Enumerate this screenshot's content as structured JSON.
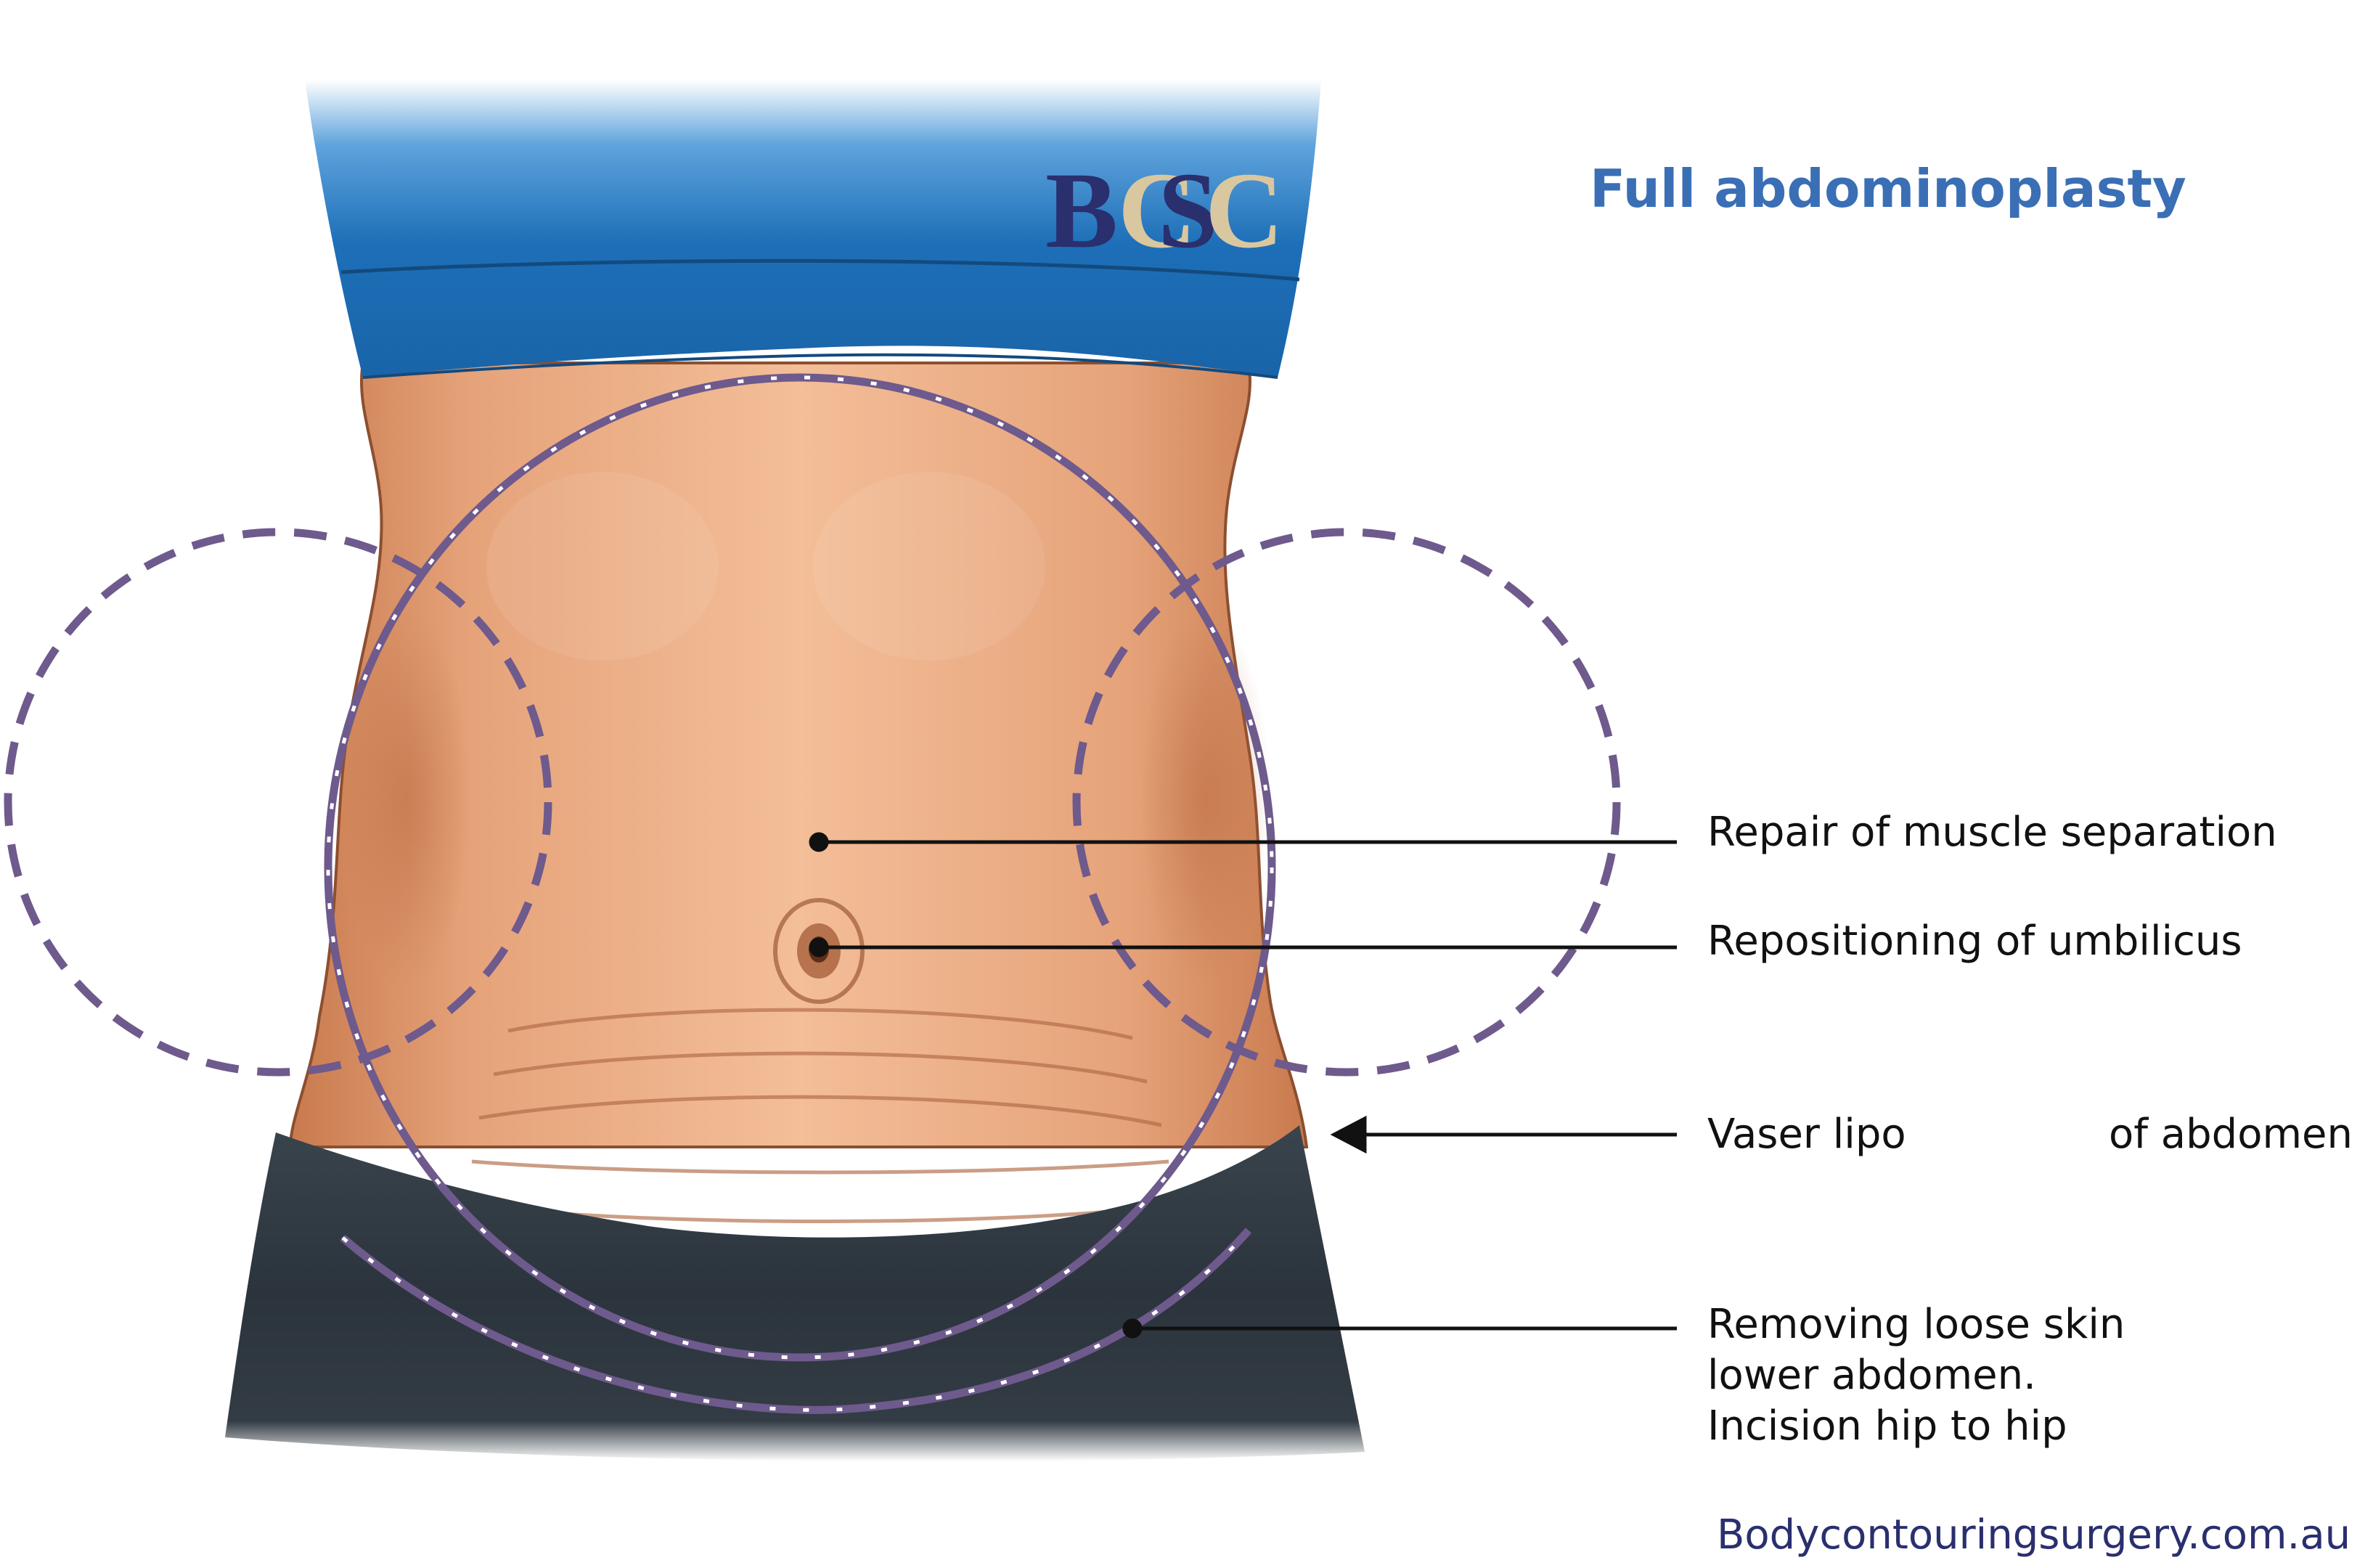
{
  "title": "Full abdominoplasty",
  "logo_text": "BCSC",
  "annotations": {
    "muscle": "Repair of muscle separation",
    "umbilicus": "Repositioning of umbilicus",
    "vaser_left": "Vaser lipo",
    "vaser_right": "of abdomen",
    "skin_line1": "Removing loose skin",
    "skin_line2": "lower abdomen.",
    "skin_line3": "Incision hip to hip"
  },
  "website": "Bodycontouringsurgery.com.au",
  "colors": {
    "title_blue": "#3a6fb5",
    "dashed_circle": "#6e5a8c",
    "top_blue": "#1d6fb8",
    "skin": "#e9a47a",
    "pants": "#2b343c",
    "logo_navy": "#2a2f6e",
    "logo_gold": "#d9c7a0"
  }
}
